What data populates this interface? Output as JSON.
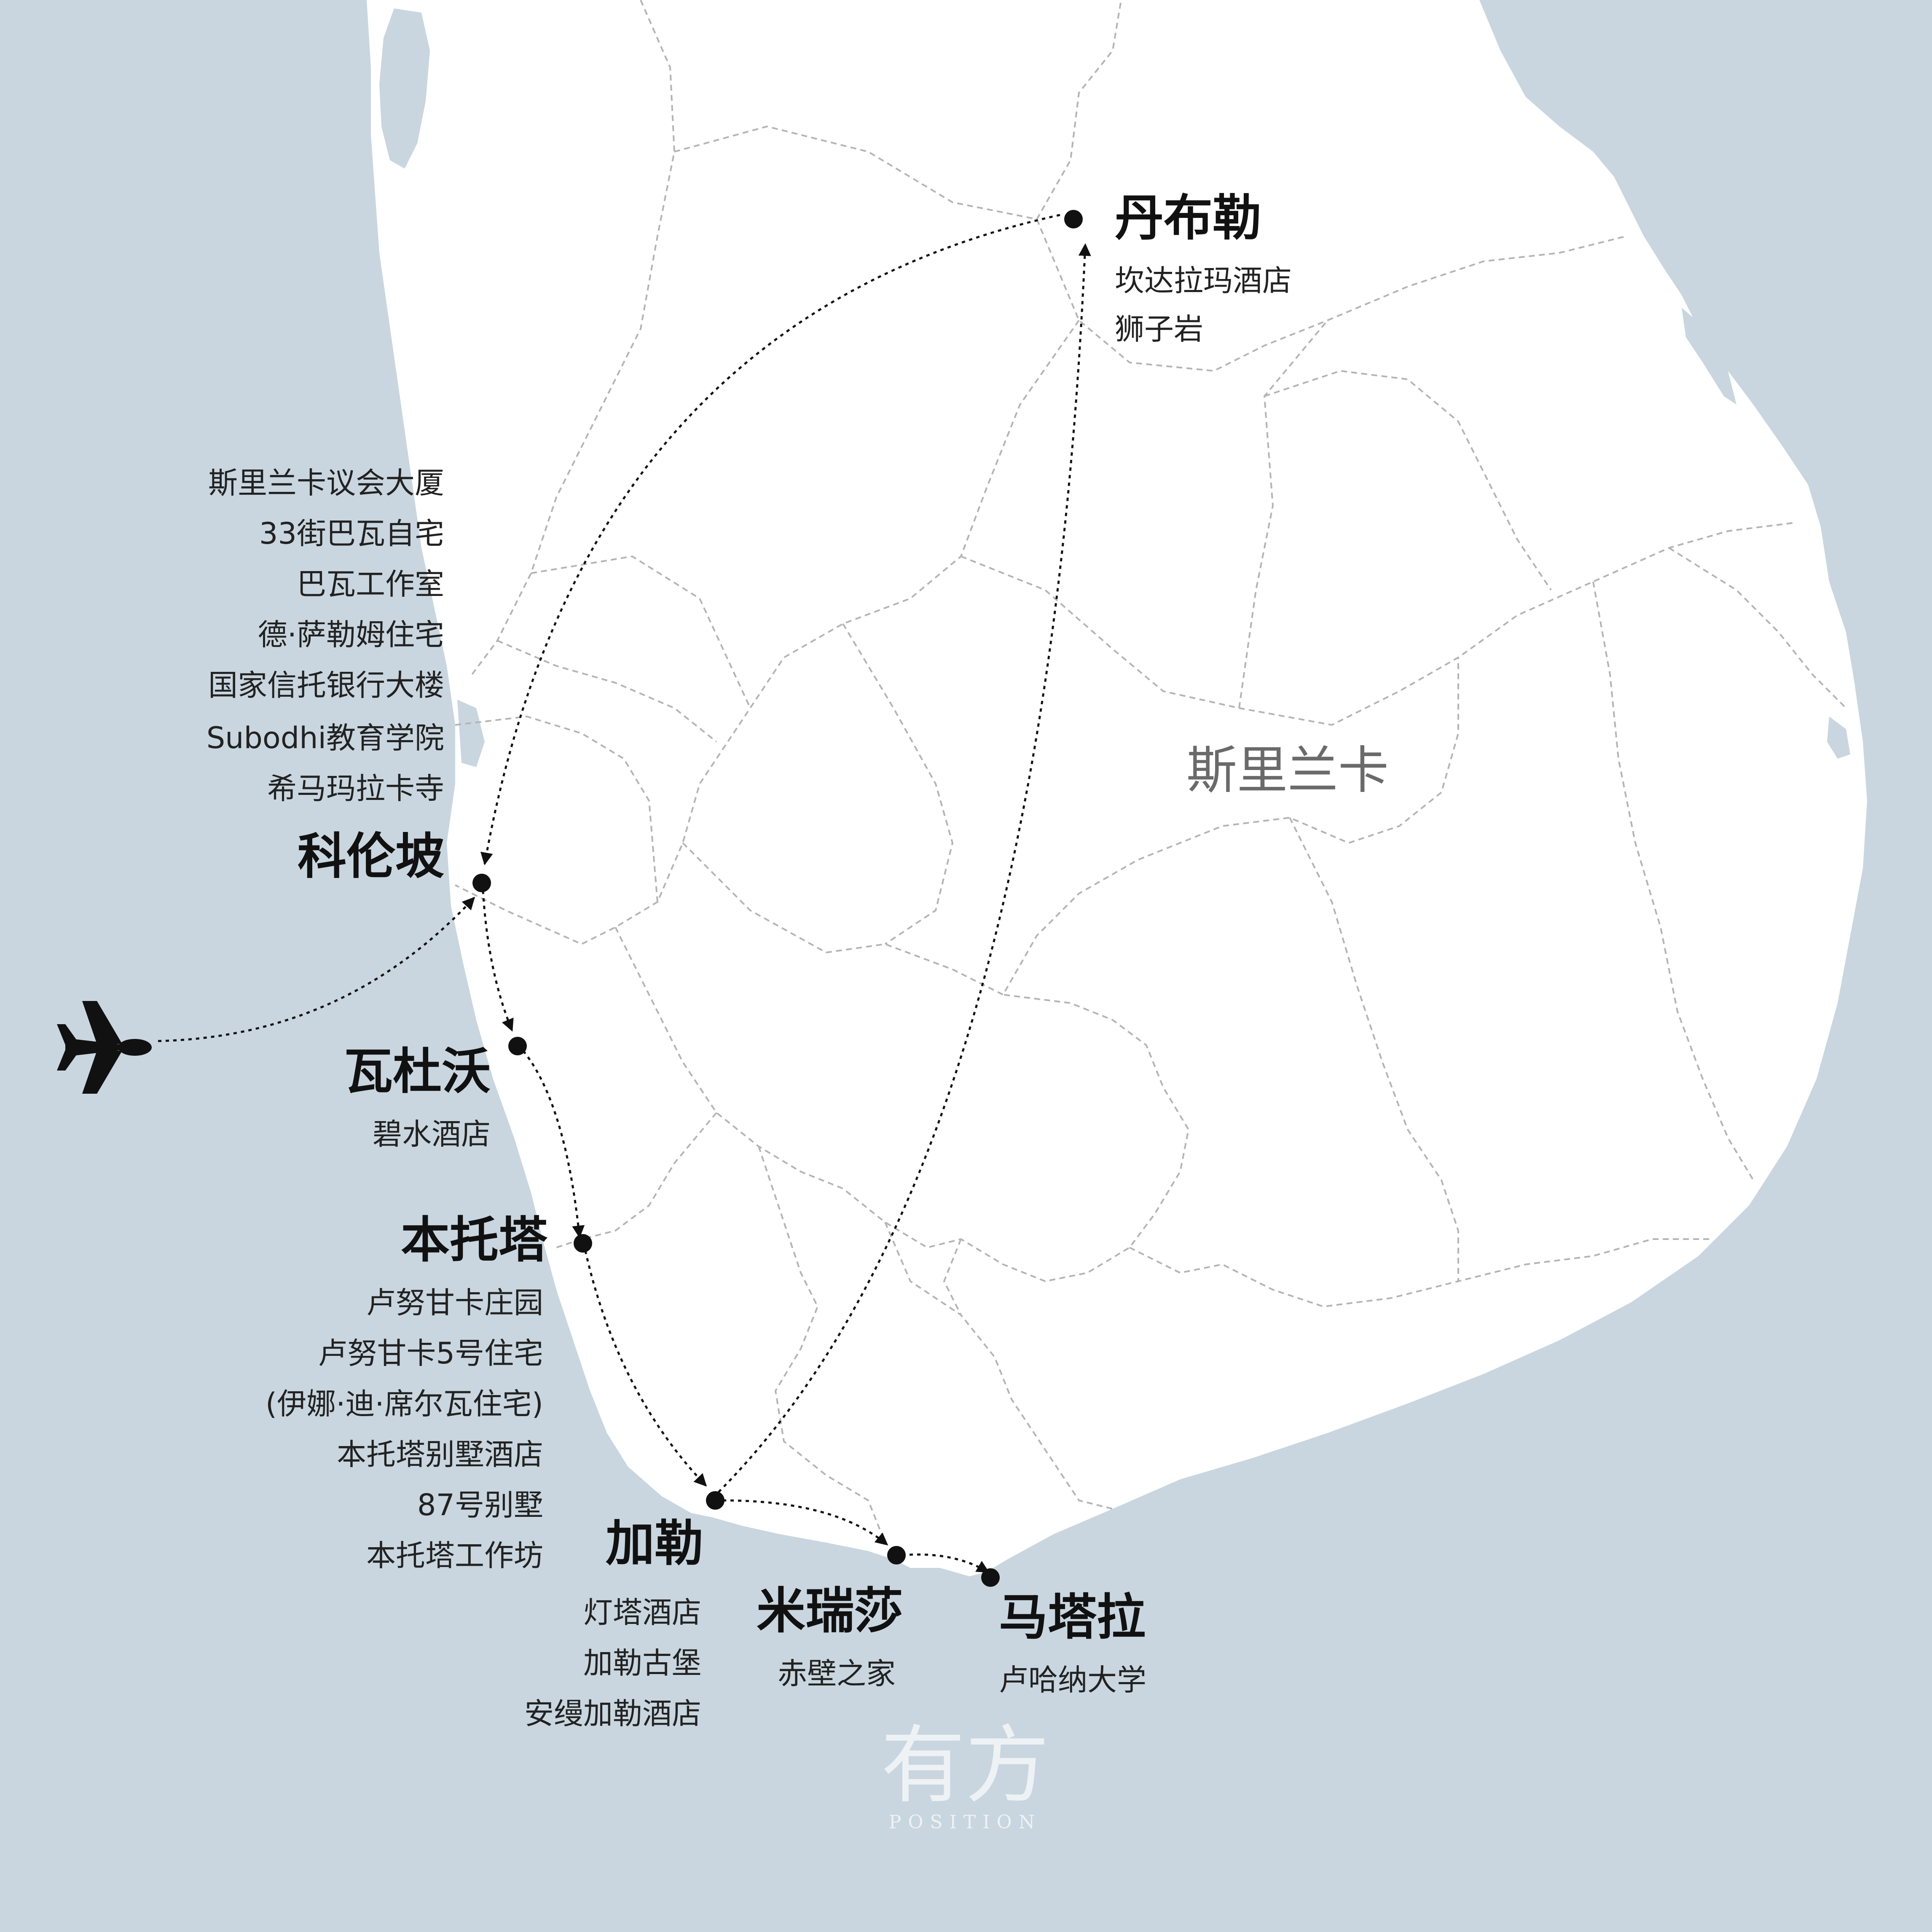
{
  "map": {
    "country_label": "斯里兰卡",
    "colors": {
      "sea": "#c9d6df",
      "land": "#ffffff",
      "border": "#b4b4b4",
      "route": "#111111"
    },
    "icons": [
      "airplane-icon",
      "city-dot-icon",
      "arrow-head-icon"
    ]
  },
  "cities": {
    "dambulla": {
      "name": "丹布勒",
      "items": [
        "坎达拉玛酒店",
        "狮子岩"
      ]
    },
    "colombo": {
      "name": "科伦坡",
      "items": [
        "斯里兰卡议会大厦",
        "33街巴瓦自宅",
        "巴瓦工作室",
        "德·萨勒姆住宅",
        "国家信托银行大楼",
        "Subodhi教育学院",
        "希马玛拉卡寺"
      ]
    },
    "wadduwa": {
      "name": "瓦杜沃",
      "items": [
        "碧水酒店"
      ]
    },
    "bentota": {
      "name": "本托塔",
      "items": [
        "卢努甘卡庄园",
        "卢努甘卡5号住宅",
        "(伊娜·迪·席尔瓦住宅)",
        "本托塔别墅酒店",
        "87号别墅",
        "本托塔工作坊"
      ]
    },
    "galle": {
      "name": "加勒",
      "items": [
        "灯塔酒店",
        "加勒古堡",
        "安缦加勒酒店"
      ]
    },
    "mirissa": {
      "name": "米瑞莎",
      "items": [
        "赤壁之家"
      ]
    },
    "matara": {
      "name": "马塔拉",
      "items": [
        "卢哈纳大学"
      ]
    }
  },
  "watermark": {
    "main": "有方",
    "sub": "POSITION"
  }
}
